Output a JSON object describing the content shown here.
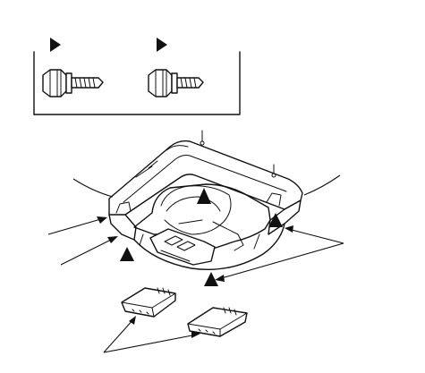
{
  "diagram": {
    "fasteners": [
      {
        "name": "flange-bolt-left",
        "marker": "triangle"
      },
      {
        "name": "flange-bolt-right",
        "marker": "triangle"
      }
    ],
    "assembly": {
      "name": "overhead-console-housing",
      "pointers": 6,
      "triangle-markers": 4
    },
    "loose-parts": [
      {
        "name": "connector-clip-left"
      },
      {
        "name": "connector-clip-right"
      }
    ],
    "colors": {
      "ink": "#111111",
      "paper": "#ffffff"
    }
  }
}
